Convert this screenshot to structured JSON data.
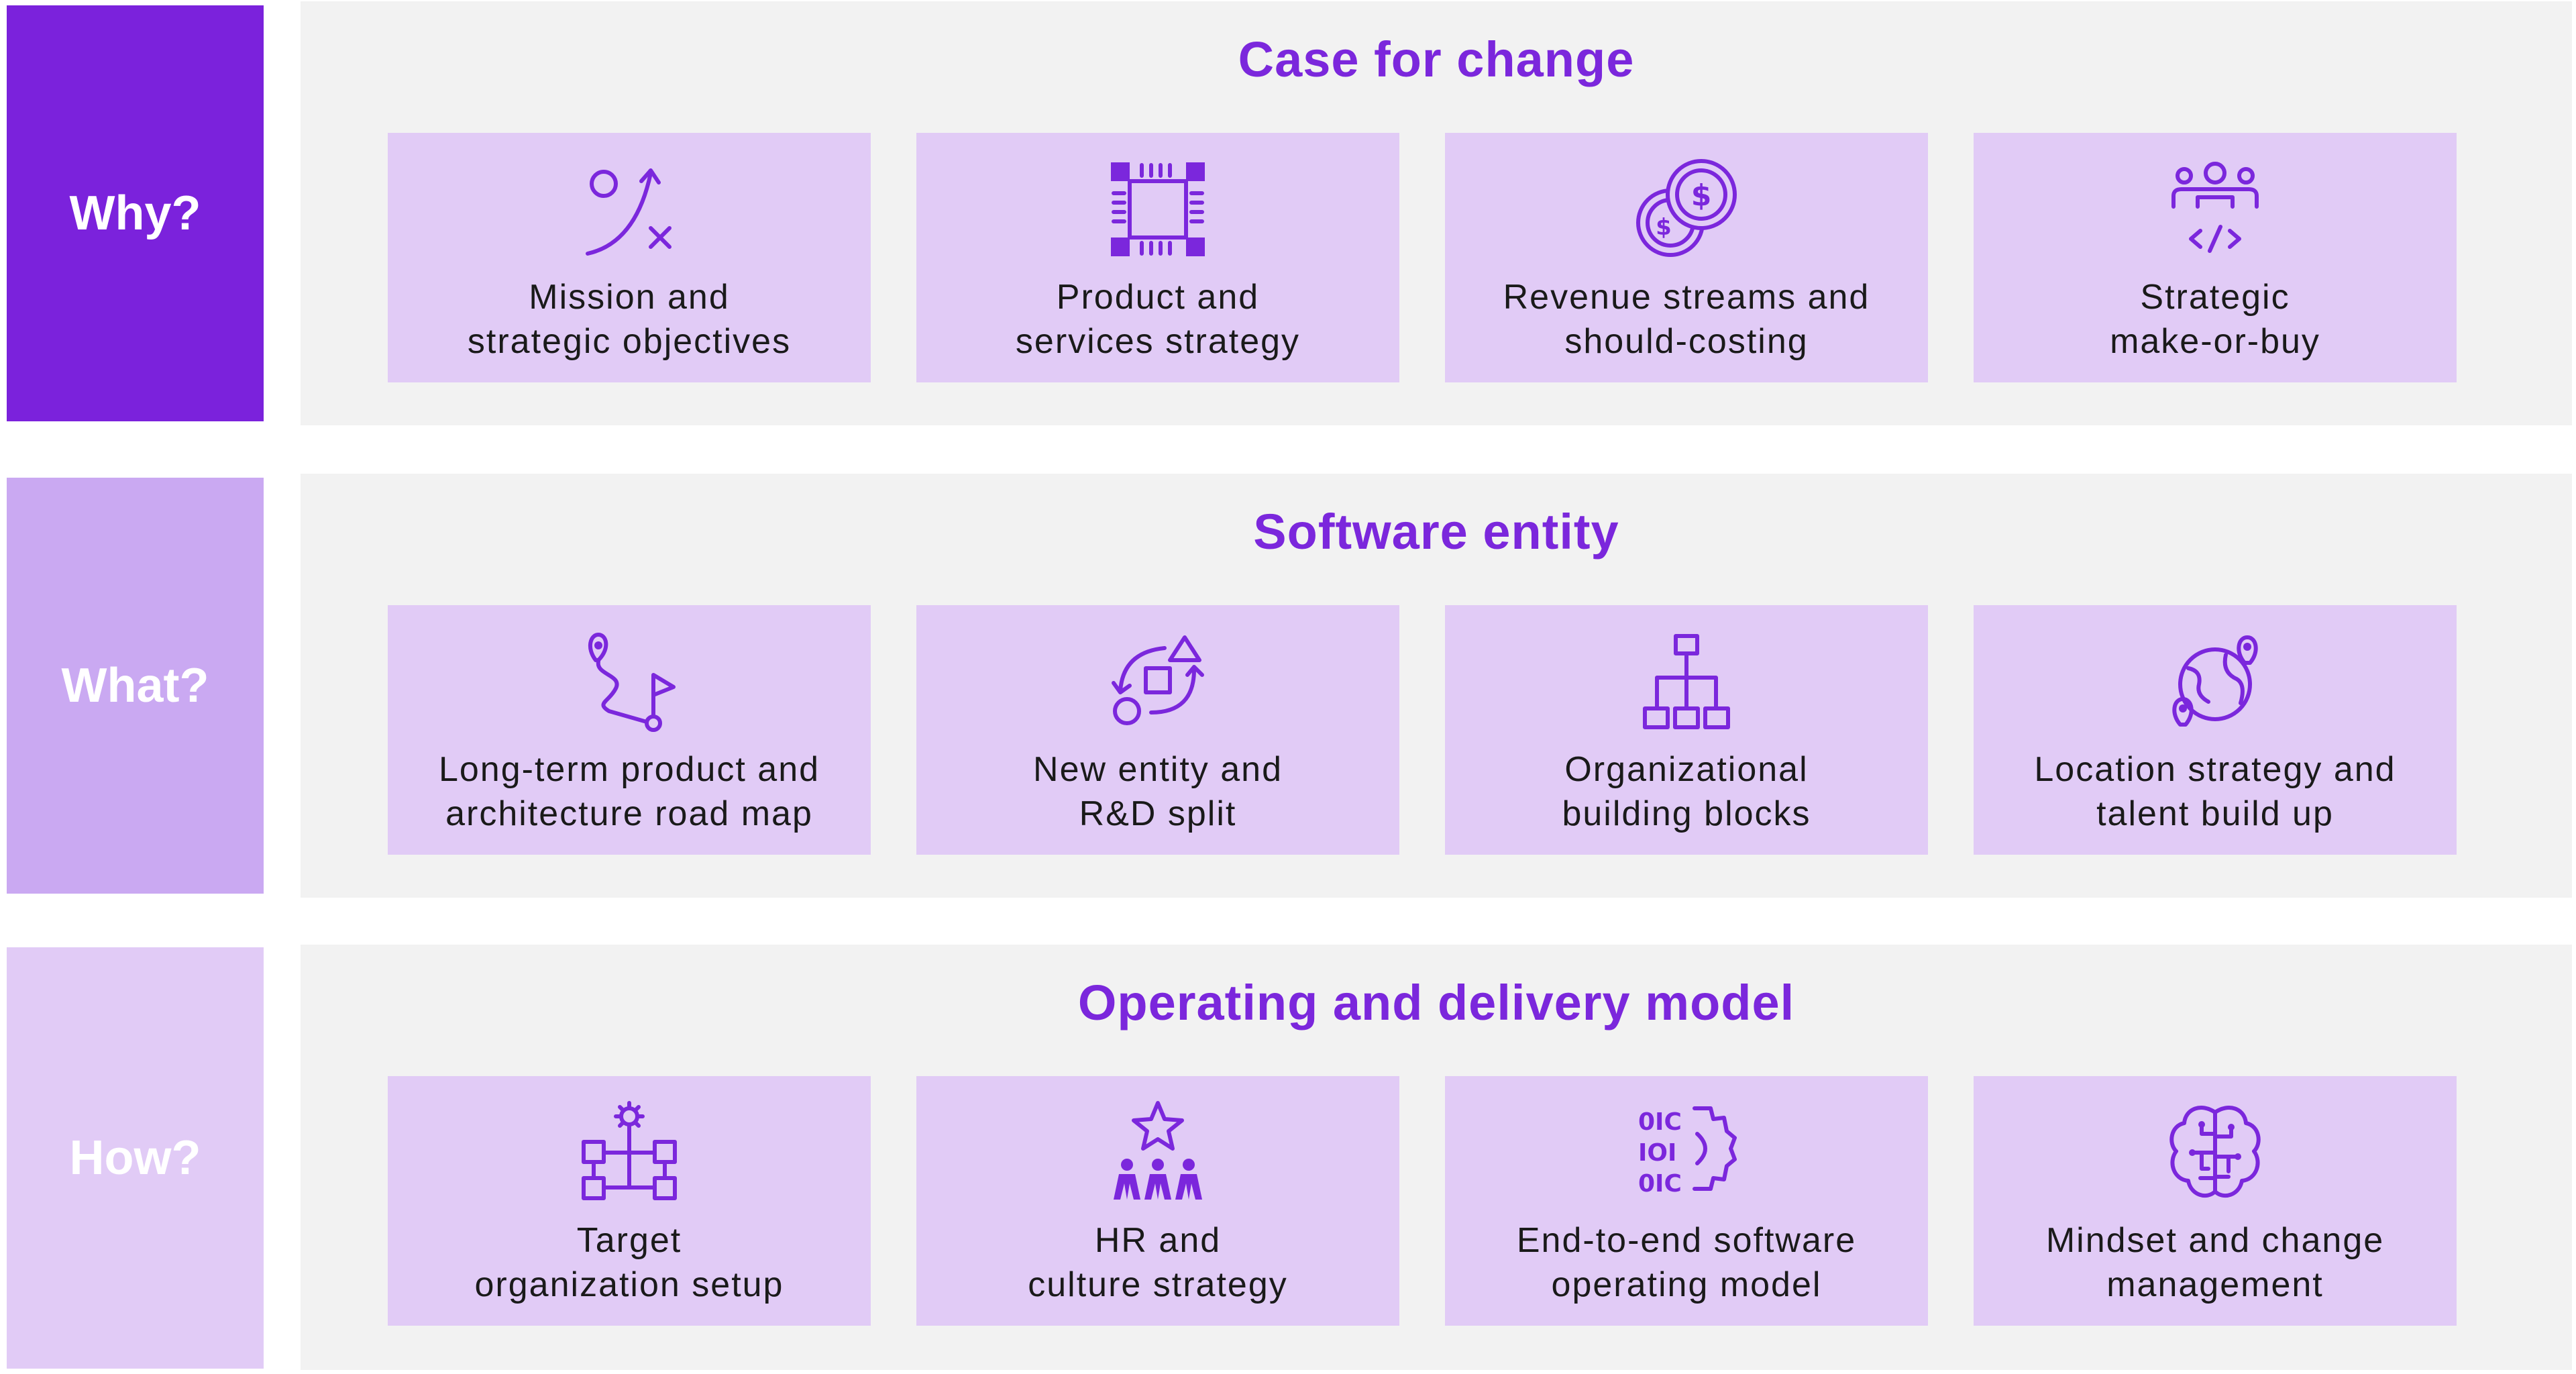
{
  "rows": [
    {
      "label": "Why?",
      "title": "Case for change",
      "cards": [
        {
          "icon": "strategy-icon",
          "line1": "Mission and",
          "line2": "strategic objectives"
        },
        {
          "icon": "chip-icon",
          "line1": "Product and",
          "line2": "services strategy"
        },
        {
          "icon": "coins-icon",
          "line1": "Revenue streams and",
          "line2": "should-costing"
        },
        {
          "icon": "team-code-icon",
          "line1": "Strategic",
          "line2": "make-or-buy"
        }
      ]
    },
    {
      "label": "What?",
      "title": "Software entity",
      "cards": [
        {
          "icon": "roadmap-icon",
          "line1": "Long-term product and",
          "line2": "architecture road map"
        },
        {
          "icon": "shapes-cycle-icon",
          "line1": "New entity and",
          "line2": "R&D split"
        },
        {
          "icon": "org-chart-icon",
          "line1": "Organizational",
          "line2": "building blocks"
        },
        {
          "icon": "globe-pins-icon",
          "line1": "Location strategy and",
          "line2": "talent build up"
        }
      ]
    },
    {
      "label": "How?",
      "title": "Operating and delivery model",
      "cards": [
        {
          "icon": "org-setup-icon",
          "line1": "Target",
          "line2": "organization setup"
        },
        {
          "icon": "people-star-icon",
          "line1": "HR and",
          "line2": "culture strategy"
        },
        {
          "icon": "binary-gear-icon",
          "line1": "End-to-end software",
          "line2": "operating model"
        },
        {
          "icon": "brain-icon",
          "line1": "Mindset and change",
          "line2": "management"
        }
      ]
    }
  ],
  "colors": {
    "accent": "#7b27dc",
    "why_label_bg": "#7b22dc",
    "what_label_bg": "#caa9f2",
    "how_label_bg": "#e1cbf6",
    "panel_bg": "#f2f2f2",
    "card_bg": "#e1cbf6"
  }
}
